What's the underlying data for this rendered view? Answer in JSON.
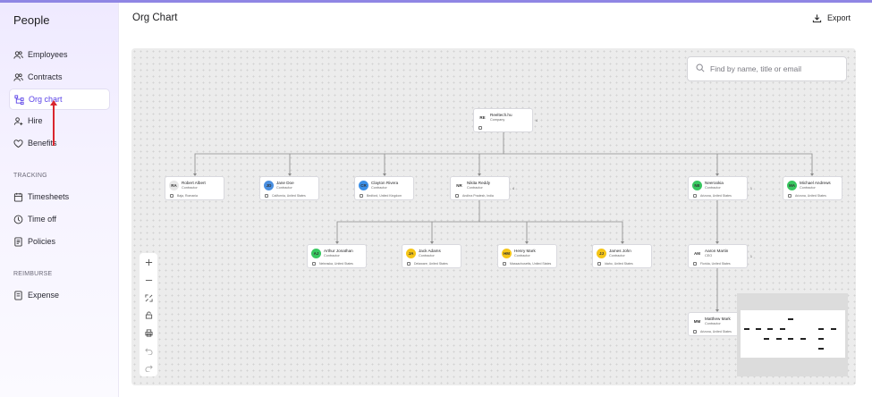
{
  "app": {
    "title": "People"
  },
  "sidebar": {
    "items": [
      {
        "label": "Employees",
        "icon": "users-icon"
      },
      {
        "label": "Contracts",
        "icon": "contracts-icon"
      },
      {
        "label": "Org chart",
        "icon": "org-chart-icon",
        "active": true
      },
      {
        "label": "Hire",
        "icon": "hire-icon"
      },
      {
        "label": "Benefits",
        "icon": "heart-icon"
      }
    ],
    "tracking_label": "TRACKING",
    "tracking_items": [
      {
        "label": "Timesheets",
        "icon": "timesheet-icon"
      },
      {
        "label": "Time off",
        "icon": "time-off-icon"
      },
      {
        "label": "Policies",
        "icon": "policies-icon"
      }
    ],
    "reimburse_label": "REIMBURSE",
    "reimburse_items": [
      {
        "label": "Expense",
        "icon": "expense-icon"
      }
    ]
  },
  "header": {
    "title": "Org Chart",
    "export_label": "Export"
  },
  "search": {
    "placeholder": "Find by name, title or email",
    "value": ""
  },
  "nodes": [
    {
      "initials": "RE",
      "name": "Reeltech.hu",
      "role": "Company",
      "location": "",
      "count": "4",
      "avatar_color": "#ffffff"
    },
    {
      "initials": "RA",
      "name": "Robert Albert",
      "role": "Contractor",
      "location": "Baja, Romania",
      "avatar_color": "#e6e6e6"
    },
    {
      "initials": "JD",
      "name": "Jane Doe",
      "role": "Contractor",
      "location": "California, United States",
      "avatar_color": "#4a8fe0"
    },
    {
      "initials": "CR",
      "name": "Clayton Rivera",
      "role": "Contractor",
      "location": "Bedford, United Kingdom",
      "avatar_color": "#3a8ee6"
    },
    {
      "initials": "NR",
      "name": "Nikita Reddy",
      "role": "Contractor",
      "location": "Andhra Pradesh, India",
      "count": "4",
      "avatar_color": "#ffffff"
    },
    {
      "initials": "NE",
      "name": "Neerookia",
      "role": "Contractor",
      "location": "Arizona, United States",
      "count": "1",
      "avatar_color": "#38c760"
    },
    {
      "initials": "MA",
      "name": "Michael Andrews",
      "role": "Contractor",
      "location": "Arizona, United States",
      "avatar_color": "#38c760"
    },
    {
      "initials": "AJ",
      "name": "Arthur Jonathan",
      "role": "Contractor",
      "location": "Nebraska, United States",
      "avatar_color": "#38c760"
    },
    {
      "initials": "JA",
      "name": "Jack Adams",
      "role": "Contractor",
      "location": "Delaware, United States",
      "avatar_color": "#f5c518"
    },
    {
      "initials": "HM",
      "name": "Henry Mark",
      "role": "Contractor",
      "location": "Massachusetts, United States",
      "avatar_color": "#f5c518"
    },
    {
      "initials": "JJ",
      "name": "James John",
      "role": "Contractor",
      "location": "Idaho, United States",
      "avatar_color": "#f5c518"
    },
    {
      "initials": "AM",
      "name": "Aaron Martin",
      "role": "CEO",
      "location": "Florida, United States",
      "count": "1",
      "avatar_color": "#ffffff"
    },
    {
      "initials": "MM",
      "name": "Matthew Mark",
      "role": "Contractor",
      "location": "Arizona, United States",
      "avatar_color": "#ffffff"
    }
  ],
  "tools": [
    {
      "icon": "zoom-in-icon"
    },
    {
      "icon": "zoom-out-icon"
    },
    {
      "icon": "fit-view-icon"
    },
    {
      "icon": "lock-icon"
    },
    {
      "icon": "print-icon"
    },
    {
      "icon": "undo-icon"
    },
    {
      "icon": "redo-icon"
    }
  ],
  "colors": {
    "accent": "#5b43e8",
    "annotation_arrow": "#d9262e"
  }
}
